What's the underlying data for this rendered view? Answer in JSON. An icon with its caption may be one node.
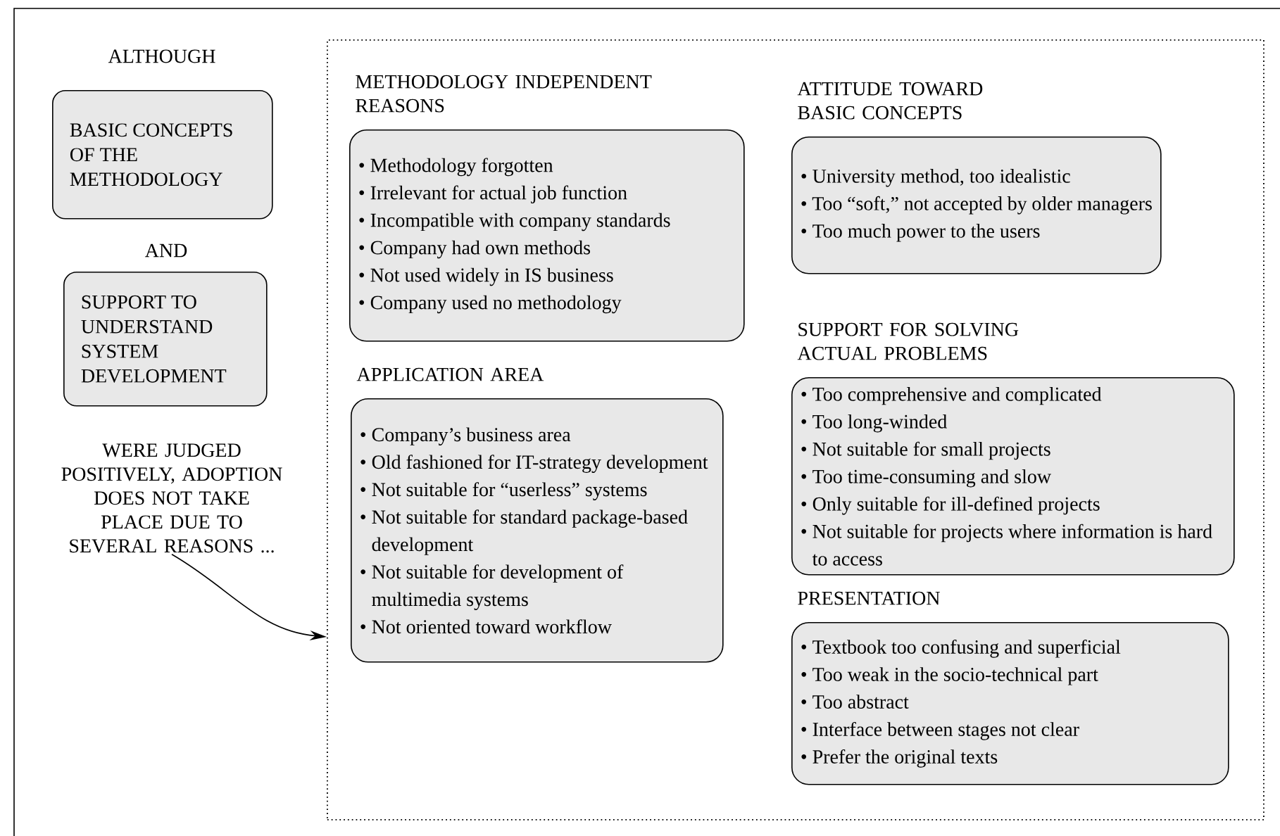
{
  "diagram": {
    "nodes": [
      {
        "text": [
          "BASIC CONCEPTS OF THE METHODOLOGY"
        ]
      },
      {
        "text": [
          "SUPPORT TO UNDERSTAND SYSTEM DEVELOPMENT"
        ]
      },
      {
        "text": [
          "WERE JUDGED POSITIVELY, ADOPTION DOES NOT TAKE PLACE DUE TO SEVERAL REASONS ..."
        ]
      },
      {
        "text": [],
        "shape": "box"
      },
      {
        "text": [
          "METHODOLOGY INDEPENDENT REASONS",
          "• Methodology forgotten",
          "• Irrelevant for actual job function",
          "• Incompatible with company standards",
          "• Company had own methods",
          "• Not used widely in IS business",
          "• Company used no methodology"
        ],
        "in": 3
      },
      {
        "text": [
          "APPLICATION AREA",
          "• Company’s business area",
          "• Old fashioned for IT-strategy development",
          "• Not suitable for “userless” systems",
          "• Not suitable for standard package-based development",
          "• Not suitable for development of multimedia systems",
          "• Not oriented toward workflow"
        ],
        "in": 3
      },
      {
        "text": [
          "ATTITUDE TOWARD BASIC CONCEPTS",
          "• University method, too idealistic",
          "• Too “soft,” not accepted by older managers",
          "• Too much power to the users"
        ],
        "in": 3
      },
      {
        "text": [
          "SUPPORT FOR SOLVING ACTUAL PROBLEMS",
          "• Too comprehensive and complicated",
          "• Too long-winded",
          "• Not suitable for small projects",
          "• Too time-consuming and slow",
          "• Only suitable for ill-defined projects",
          "• Not suitable for projects where information is hard to access"
        ],
        "in": 3
      },
      {
        "text": [
          "PRESENTATION",
          "• Textbook too confusing and superficial",
          "• Too weak in the socio-technical part",
          "• Too abstract",
          "• Interface between stages not clear",
          "• Prefer the original texts"
        ],
        "in": 3
      }
    ],
    "edges": [
      {
        "from": 2,
        "to": 3,
        "arrow": "to"
      }
    ],
    "labels": [
      "ALTHOUGH",
      "AND"
    ]
  }
}
